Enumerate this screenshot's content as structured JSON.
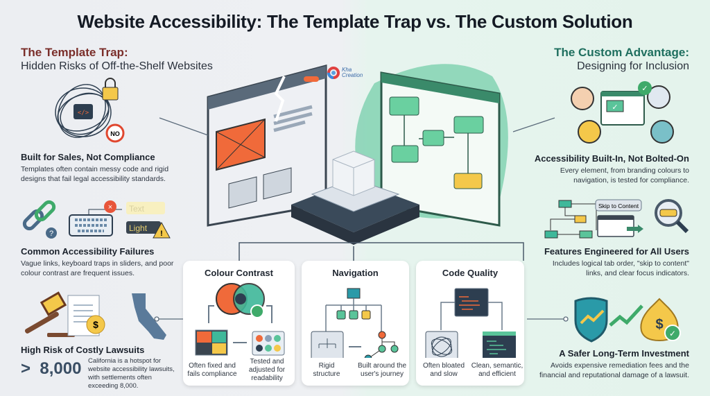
{
  "title": "Website Accessibility: The Template Trap vs. The Custom Solution",
  "logo": {
    "text": "Kha Creation"
  },
  "left": {
    "heading": "The Template Trap:",
    "subheading": "Hidden Risks of Off-the-Shelf Websites",
    "no_badge": "NO",
    "items": [
      {
        "title": "Built for Sales, Not Compliance",
        "desc": "Templates often contain messy code and rigid designs that fail legal accessibility standards."
      },
      {
        "title": "Common Accessibility Failures",
        "desc": "Vague links, keyboard traps in sliders, and poor colour contrast are frequent issues.",
        "labels": [
          "Text",
          "Light"
        ]
      },
      {
        "title": "High Risk of Costly Lawsuits",
        "stat": ">  8,000",
        "desc": "California is a hotspot for website accessibility lawsuits, with settlements often exceeding   8,000."
      }
    ]
  },
  "right": {
    "heading": "The Custom Advantage:",
    "subheading": "Designing for Inclusion",
    "items": [
      {
        "title": "Accessibility Built-In, Not Bolted-On",
        "desc": "Every element, from branding colours to navigation, is tested for compliance."
      },
      {
        "title": "Features Engineered for All Users",
        "desc": "Includes logical tab order, \"skip to content\" links, and clear focus indicators.",
        "skip_label": "Skip to Content"
      },
      {
        "title": "A Safer Long-Term Investment",
        "desc": "Avoids expensive remediation fees and the financial and reputational damage of a lawsuit."
      }
    ]
  },
  "cards": [
    {
      "title": "Colour Contrast",
      "left": "Often fixed and fails compliance",
      "right": "Tested and adjusted for readability"
    },
    {
      "title": "Navigation",
      "left": "Rigid structure",
      "right": "Built around the user's journey"
    },
    {
      "title": "Code Quality",
      "left": "Often bloated and slow",
      "right": "Clean, semantic, and efficient"
    }
  ],
  "colors": {
    "trap": "#7a2e2a",
    "custom": "#1f6f5f",
    "orange": "#f06a3a",
    "teal": "#3fb89a",
    "yellow": "#f4c84a",
    "navy": "#2d3e50"
  }
}
